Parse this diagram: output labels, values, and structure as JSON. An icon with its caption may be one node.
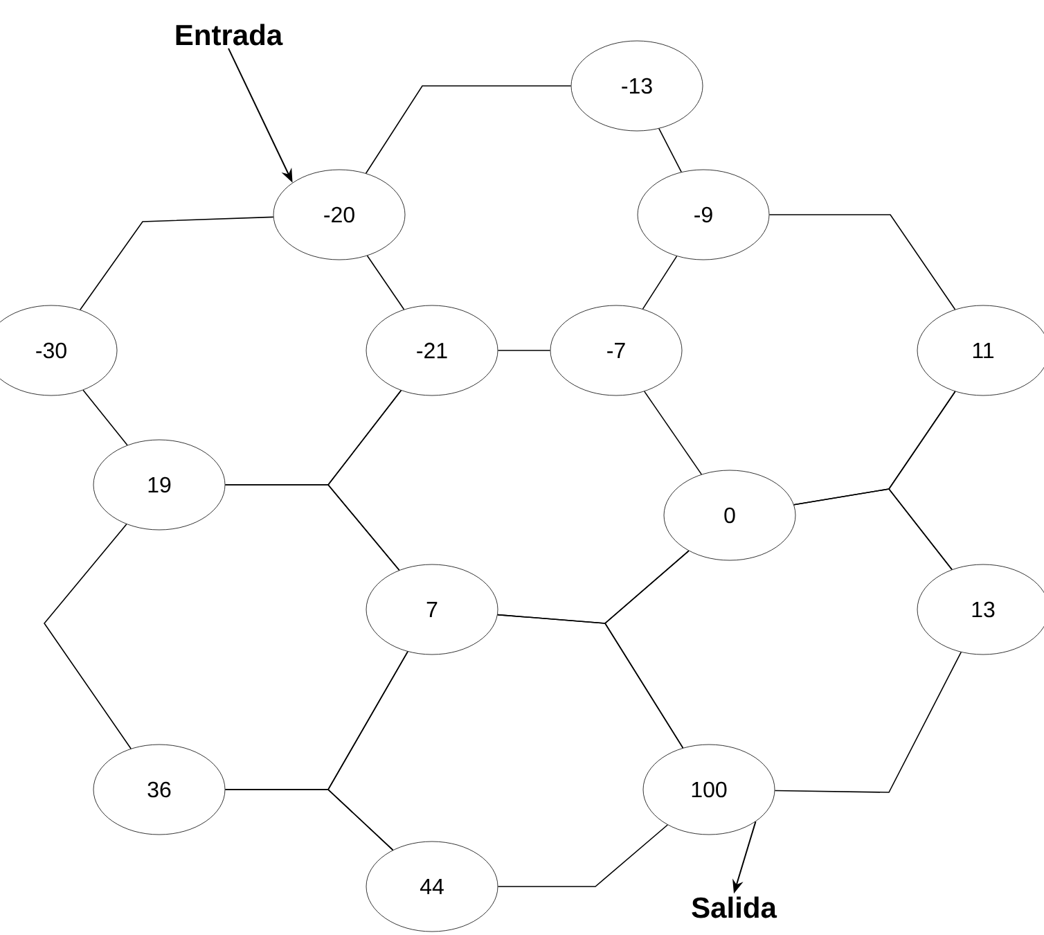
{
  "diagram": {
    "nodes": [
      {
        "text": [
          "Entrada"
        ]
      },
      {
        "text": [
          "-13"
        ]
      },
      {
        "text": [
          "-20"
        ]
      },
      {
        "text": [
          "-9"
        ]
      },
      {
        "text": [
          "-30"
        ]
      },
      {
        "text": [
          "-21"
        ]
      },
      {
        "text": [
          "-7"
        ]
      },
      {
        "text": [
          "11"
        ]
      },
      {
        "text": [
          "19"
        ]
      },
      {
        "text": [
          "0"
        ]
      },
      {
        "text": [
          "7"
        ]
      },
      {
        "text": [
          "13"
        ]
      },
      {
        "text": [
          "36"
        ]
      },
      {
        "text": [
          "100"
        ]
      },
      {
        "text": [
          "44"
        ]
      },
      {
        "text": [
          "Salida"
        ]
      }
    ],
    "edges": [
      {
        "from": 0,
        "to": 2,
        "arrow": "to"
      },
      {
        "from": 2,
        "to": 1,
        "arrow": "none"
      },
      {
        "from": 1,
        "to": 3,
        "arrow": "none"
      },
      {
        "from": 2,
        "to": 4,
        "arrow": "none"
      },
      {
        "from": 2,
        "to": 5,
        "arrow": "none"
      },
      {
        "from": 5,
        "to": 6,
        "arrow": "none"
      },
      {
        "from": 3,
        "to": 6,
        "arrow": "none"
      },
      {
        "from": 3,
        "to": 7,
        "arrow": "none"
      },
      {
        "from": 4,
        "to": 8,
        "arrow": "none"
      },
      {
        "from": 6,
        "to": 9,
        "arrow": "none"
      },
      {
        "from": 8,
        "to": 5,
        "arrow": "none"
      },
      {
        "from": 8,
        "to": 10,
        "arrow": "none"
      },
      {
        "from": 5,
        "to": 10,
        "arrow": "none"
      },
      {
        "from": 9,
        "to": 7,
        "arrow": "none"
      },
      {
        "from": 9,
        "to": 11,
        "arrow": "none"
      },
      {
        "from": 7,
        "to": 11,
        "arrow": "none"
      },
      {
        "from": 10,
        "to": 9,
        "arrow": "none"
      },
      {
        "from": 10,
        "to": 13,
        "arrow": "none"
      },
      {
        "from": 9,
        "to": 13,
        "arrow": "none"
      },
      {
        "from": 8,
        "to": 12,
        "arrow": "none"
      },
      {
        "from": 12,
        "to": 10,
        "arrow": "none"
      },
      {
        "from": 12,
        "to": 14,
        "arrow": "none"
      },
      {
        "from": 10,
        "to": 14,
        "arrow": "none"
      },
      {
        "from": 14,
        "to": 13,
        "arrow": "none"
      },
      {
        "from": 13,
        "to": 11,
        "arrow": "none"
      },
      {
        "from": 13,
        "to": 15,
        "arrow": "to"
      }
    ]
  }
}
